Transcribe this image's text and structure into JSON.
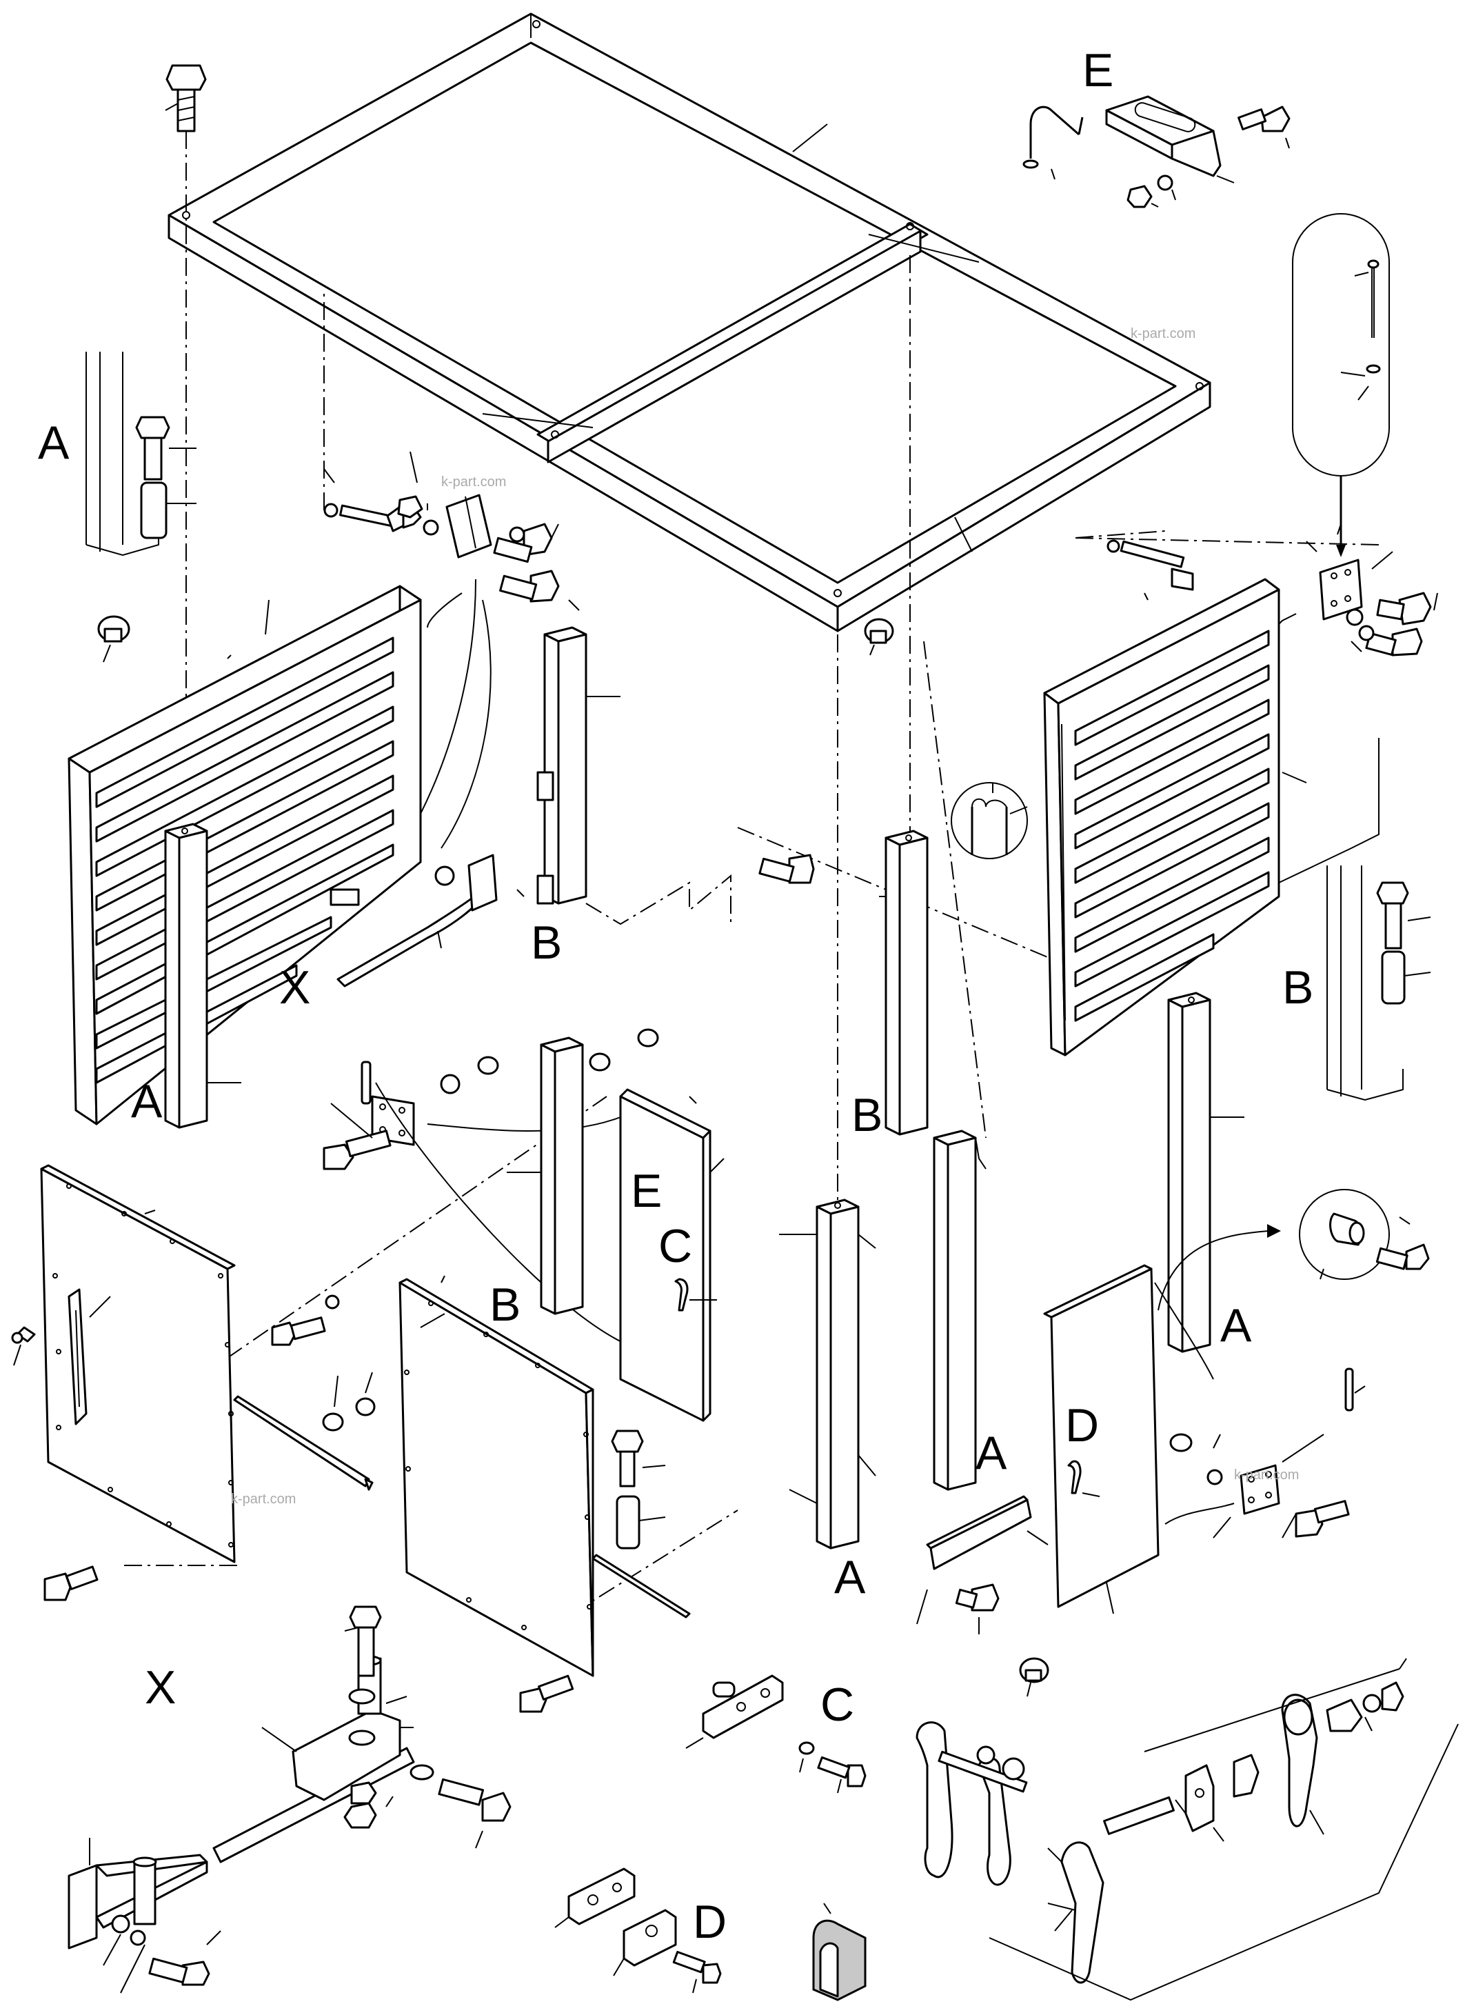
{
  "labels": {
    "a1": "A",
    "a2": "A",
    "a3": "A",
    "a4": "A",
    "a5": "A",
    "b1": "B",
    "b2": "B",
    "b3": "B",
    "b4": "B",
    "c1": "C",
    "c2": "C",
    "d1": "D",
    "d2": "D",
    "e1": "E",
    "e2": "E",
    "x1": "X",
    "x2": "X"
  },
  "watermark": {
    "w1": "k-part.com",
    "w2": "k-part.com",
    "w3": "k-part.com",
    "w4": "k-part.com"
  },
  "colors": {
    "line": "#000000",
    "background": "#ffffff",
    "watermark": "#aaaaaa"
  }
}
